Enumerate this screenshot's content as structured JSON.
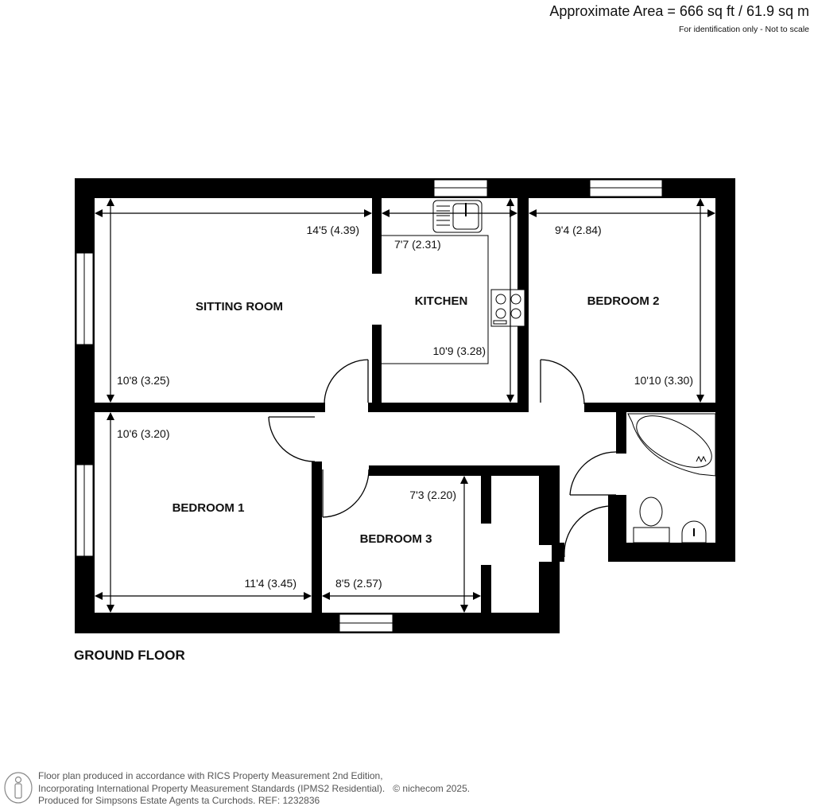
{
  "header": {
    "area_text": "Approximate Area = 666 sq ft / 61.9 sq m",
    "note": "For identification only - Not to scale"
  },
  "floor": {
    "label": "GROUND FLOOR"
  },
  "rooms": {
    "sitting_room": {
      "name": "SITTING ROOM",
      "width": "14'5 (4.39)",
      "length": "10'8 (3.25)"
    },
    "kitchen": {
      "name": "KITCHEN",
      "width": "7'7 (2.31)",
      "length": "10'9 (3.28)"
    },
    "bedroom2": {
      "name": "BEDROOM 2",
      "width": "9'4 (2.84)",
      "length": "10'10 (3.30)"
    },
    "bedroom1": {
      "name": "BEDROOM 1",
      "width": "11'4 (3.45)",
      "length": "10'6 (3.20)"
    },
    "bedroom3": {
      "name": "BEDROOM 3",
      "width": "8'5 (2.57)",
      "length": "7'3 (2.20)"
    }
  },
  "fixtures": [
    "kitchen-sink-icon",
    "hob-icon",
    "bathtub-icon",
    "toilet-icon",
    "basin-icon"
  ],
  "footer": {
    "line1": "Floor plan produced in accordance with RICS Property Measurement 2nd Edition,",
    "line2": "Incorporating International Property Measurement Standards (IPMS2 Residential).",
    "copyright": "© nichecom 2025.",
    "line3": "Produced for Simpsons Estate Agents ta Curchods.   REF: 1232836"
  },
  "colors": {
    "wall": "#000000",
    "background": "#ffffff",
    "footer_text": "#555555"
  }
}
